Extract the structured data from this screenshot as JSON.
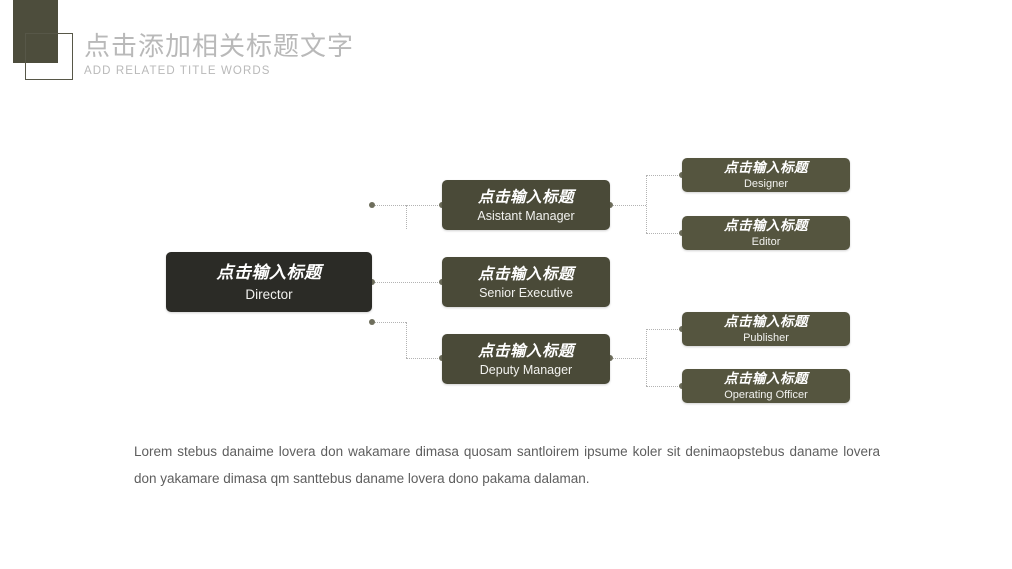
{
  "header": {
    "title_cn": "点击添加相关标题文字",
    "title_en": "ADD RELATED TITLE WORDS"
  },
  "colors": {
    "header_block": "#4d4d3c",
    "level1_box": "#2b2b26",
    "level2_box": "#4a4a38",
    "level3_box": "#55553f",
    "connector_line": "#b3b3b3",
    "connector_dot": "#6e6e5c",
    "title_text": "#b9b9b9",
    "body_text": "#5e5e5e",
    "background": "#ffffff"
  },
  "chart_data": {
    "type": "diagram",
    "title": "",
    "nodes": [
      {
        "id": "director",
        "level": 1,
        "cn": "点击输入标题",
        "en": "Director"
      },
      {
        "id": "asistant",
        "level": 2,
        "cn": "点击输入标题",
        "en": "Asistant Manager"
      },
      {
        "id": "senior",
        "level": 2,
        "cn": "点击输入标题",
        "en": "Senior Executive"
      },
      {
        "id": "deputy",
        "level": 2,
        "cn": "点击输入标题",
        "en": "Deputy Manager"
      },
      {
        "id": "designer",
        "level": 3,
        "cn": "点击输入标题",
        "en": "Designer"
      },
      {
        "id": "editor",
        "level": 3,
        "cn": "点击输入标题",
        "en": "Editor"
      },
      {
        "id": "publisher",
        "level": 3,
        "cn": "点击输入标题",
        "en": "Publisher"
      },
      {
        "id": "operating",
        "level": 3,
        "cn": "点击输入标题",
        "en": "Operating Officer"
      }
    ],
    "edges": [
      {
        "from": "director",
        "to": "asistant"
      },
      {
        "from": "director",
        "to": "senior"
      },
      {
        "from": "director",
        "to": "deputy"
      },
      {
        "from": "asistant",
        "to": "designer"
      },
      {
        "from": "asistant",
        "to": "editor"
      },
      {
        "from": "deputy",
        "to": "publisher"
      },
      {
        "from": "deputy",
        "to": "operating"
      }
    ]
  },
  "body": {
    "paragraph": "Lorem stebus danaime lovera don wakamare dimasa quosam santloirem ipsume koler sit denimaopstebus daname lovera don yakamare dimasa qm santtebus daname lovera dono pakama dalaman."
  }
}
